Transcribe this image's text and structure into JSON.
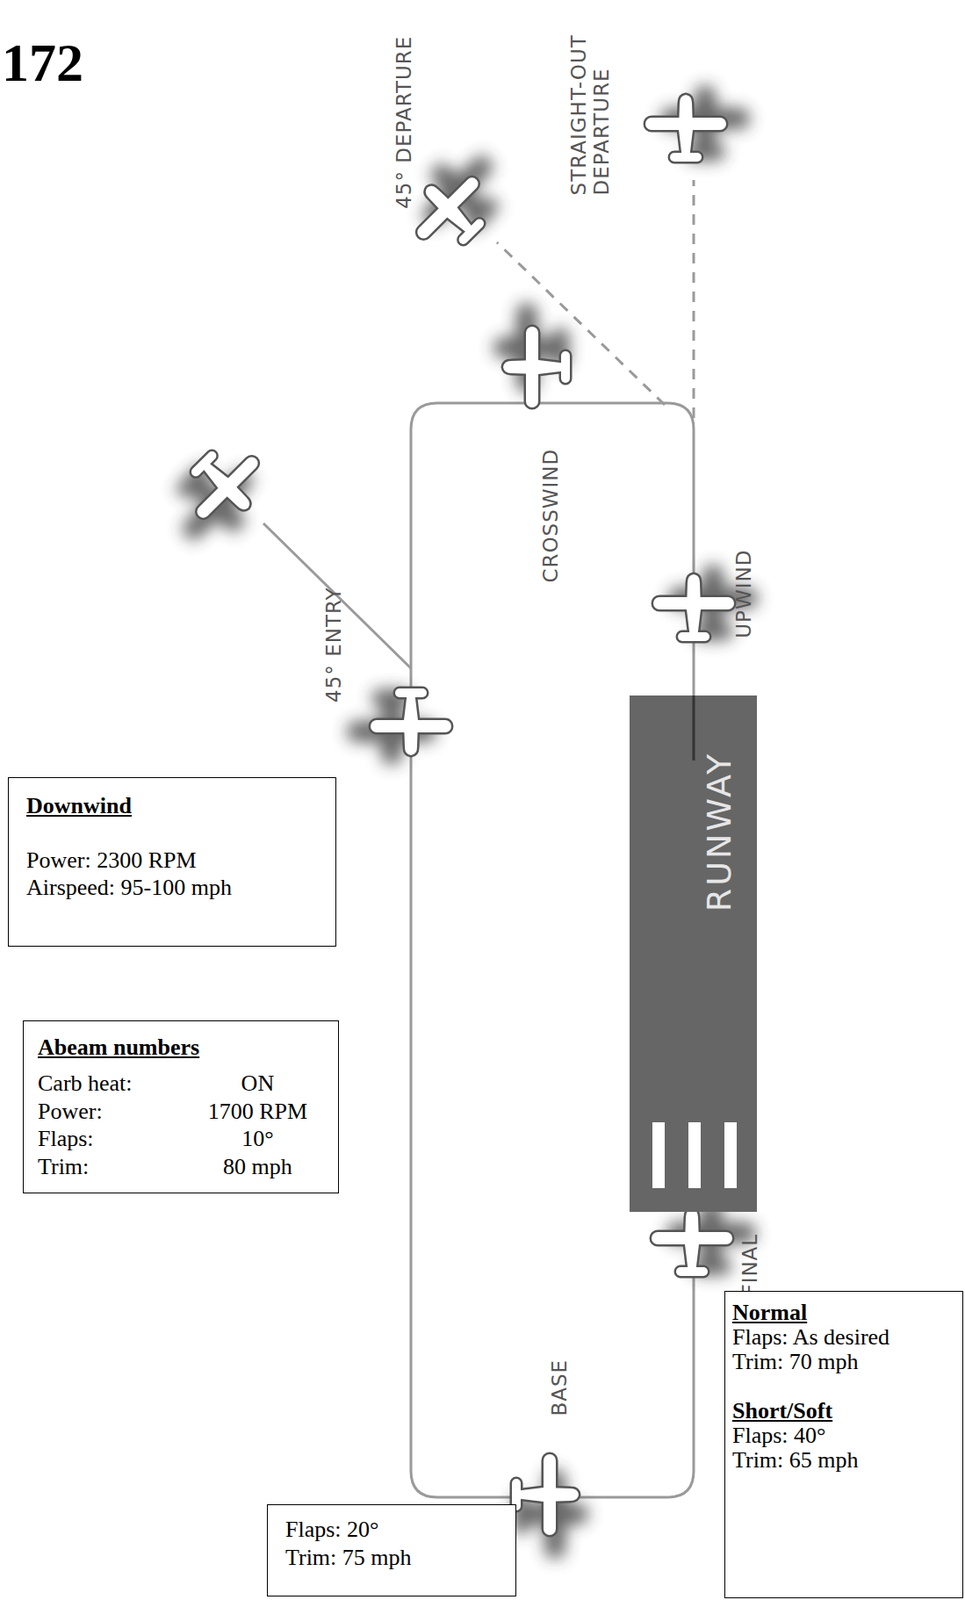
{
  "diagram": {
    "title": "172",
    "nodes": [
      {
        "text": [
          "RUNWAY"
        ]
      },
      {
        "text": [
          "Downwind",
          "Power: 2300 RPM",
          "Airspeed: 95-100 mph"
        ]
      },
      {
        "text": [
          "Abeam numbers",
          "Carb heat:",
          "ON",
          "Power:",
          "1700 RPM",
          "Flaps:",
          "10°",
          "Trim:",
          "80 mph"
        ]
      },
      {
        "text": [
          "Normal",
          "Flaps: As desired",
          "Trim: 70 mph",
          "Short/Soft",
          "Flaps: 40°",
          "Trim: 65 mph"
        ]
      },
      {
        "text": [
          "Flaps: 20°",
          "Trim: 75 mph"
        ]
      }
    ],
    "labels": [
      "STRAIGHT-OUT DEPARTURE",
      "45° DEPARTURE",
      "45° ENTRY",
      "CROSSWIND",
      "UPWIND",
      "BASE",
      "FINAL"
    ]
  }
}
